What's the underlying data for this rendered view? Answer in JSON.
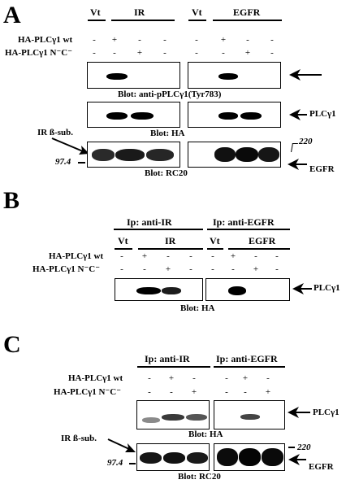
{
  "panel_a": {
    "letter": "A",
    "group_labels": [
      "Vt",
      "IR",
      "Vt",
      "EGFR"
    ],
    "row_labels": [
      "HA-PLCγ1 wt",
      "HA-PLCγ1 N⁻C⁻"
    ],
    "row1_marks": [
      "-",
      "+",
      "-",
      "-",
      "-",
      "+",
      "-",
      "-"
    ],
    "row2_marks": [
      "-",
      "-",
      "+",
      "-",
      "-",
      "-",
      "+",
      "-"
    ],
    "blot1_caption": "Blot: anti-pPLCγ1(Tyr783)",
    "blot2_caption": "Blot: HA",
    "blot3_caption": "Blot: RC20",
    "label_plc": "PLCγ1",
    "label_ir_beta": "IR ß-sub.",
    "label_egfr": "EGFR",
    "mw_974": "97.4",
    "mw_220": "220"
  },
  "panel_b": {
    "letter": "B",
    "ip_labels": [
      "Ip: anti-IR",
      "Ip: anti-EGFR"
    ],
    "group_labels": [
      "Vt",
      "IR",
      "Vt",
      "EGFR"
    ],
    "row_labels": [
      "HA-PLCγ1 wt",
      "HA-PLCγ1 N⁻C⁻"
    ],
    "row1_marks": [
      "-",
      "+",
      "-",
      "-",
      "-",
      "+",
      "-",
      "-"
    ],
    "row2_marks": [
      "-",
      "-",
      "+",
      "-",
      "-",
      "-",
      "+",
      "-"
    ],
    "blot_caption": "Blot: HA",
    "label_plc": "PLCγ1"
  },
  "panel_c": {
    "letter": "C",
    "ip_labels": [
      "Ip: anti-IR",
      "Ip: anti-EGFR"
    ],
    "row_labels": [
      "HA-PLCγ1 wt",
      "HA-PLCγ1 N⁻C⁻"
    ],
    "row1_marks": [
      "-",
      "+",
      "-",
      "-",
      "+",
      "-"
    ],
    "row2_marks": [
      "-",
      "-",
      "+",
      "-",
      "-",
      "+"
    ],
    "blot1_caption": "Blot: HA",
    "blot2_caption": "Blot: RC20",
    "label_plc": "PLCγ1",
    "label_ir_beta": "IR ß-sub.",
    "label_egfr": "EGFR",
    "mw_974": "97.4",
    "mw_220": "220"
  }
}
